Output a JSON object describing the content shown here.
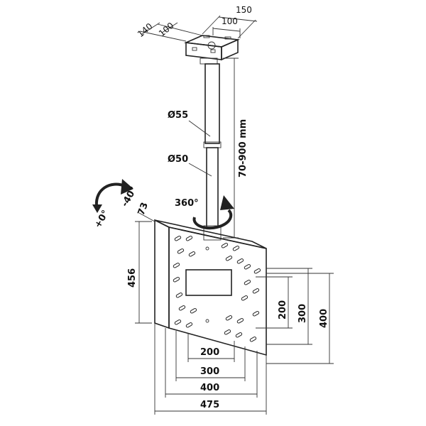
{
  "diagram": {
    "labels": {
      "ceiling_plate_width": "150",
      "ceiling_plate_hole_spacing_x": "100",
      "ceiling_plate_hole_spacing_y": "100",
      "ceiling_plate_depth": "140",
      "upper_tube_diameter": "Ø55",
      "lower_tube_diameter": "Ø50",
      "column_length": "70-900 mm",
      "rotation": "360°",
      "tilt_min": "-40°",
      "tilt_max": "+0°",
      "plate_offset": "73",
      "plate_height": "456",
      "vesa_vertical_200": "200",
      "vesa_vertical_300": "300",
      "vesa_vertical_400": "400",
      "vesa_horizontal_200": "200",
      "vesa_horizontal_300": "300",
      "vesa_horizontal_400": "400",
      "plate_width": "475"
    }
  }
}
